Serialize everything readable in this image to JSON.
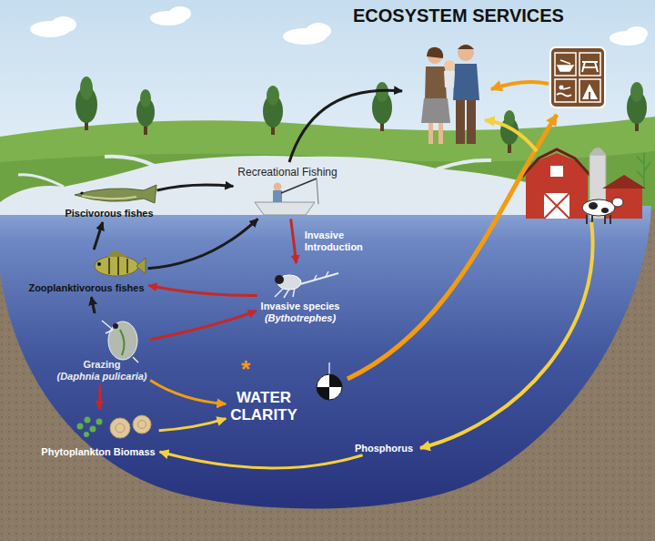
{
  "diagram": {
    "title": "ECOSYSTEM SERVICES",
    "nodes": [
      {
        "text": [
          "Recreational Fishing"
        ]
      },
      {
        "text": [
          "Piscivorous fishes"
        ]
      },
      {
        "text": [
          "Zooplanktivorous fishes"
        ]
      },
      {
        "text": [
          "Invasive species",
          "(Bythotrephes)"
        ]
      },
      {
        "text": [
          "Grazing",
          "(Daphnia pulicaria)"
        ]
      },
      {
        "text": [
          "WATER CLARITY"
        ]
      },
      {
        "text": [
          "Phytoplankton Biomass"
        ]
      },
      {
        "text": [
          "Phosphorus"
        ]
      }
    ],
    "edges": [
      {
        "from": 2,
        "to": 1,
        "arrow": "to"
      },
      {
        "from": 1,
        "to": 0,
        "arrow": "to"
      },
      {
        "from": 2,
        "to": 0,
        "arrow": "to"
      },
      {
        "from": 0,
        "to": 3,
        "label": "Invasive Introduction",
        "arrow": "to"
      },
      {
        "from": 3,
        "to": 2,
        "arrow": "to"
      },
      {
        "from": 4,
        "to": 2,
        "arrow": "to"
      },
      {
        "from": 4,
        "to": 3,
        "arrow": "to"
      },
      {
        "from": 4,
        "to": 6,
        "arrow": "to"
      },
      {
        "from": 4,
        "to": 5,
        "arrow": "to"
      },
      {
        "from": 6,
        "to": 5,
        "arrow": "to"
      },
      {
        "from": 7,
        "to": 6,
        "arrow": "to"
      }
    ],
    "labels": [
      "*"
    ]
  }
}
